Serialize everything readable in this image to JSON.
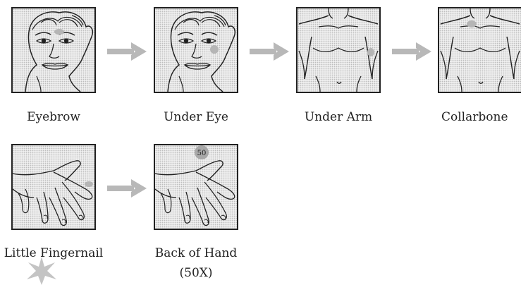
{
  "steps": [
    {
      "label": "Eyebrow"
    },
    {
      "label": "Under Eye"
    },
    {
      "label": "Under Arm"
    },
    {
      "label": "Collarbone"
    },
    {
      "label": "Little Fingernail"
    },
    {
      "label": "Back of Hand"
    }
  ],
  "back_of_hand_extra": "(50X)",
  "point_marker_text": "50",
  "colors": {
    "arrow": "#b8b8b8",
    "highlight": "#b5b5b5",
    "line": "#222222"
  }
}
